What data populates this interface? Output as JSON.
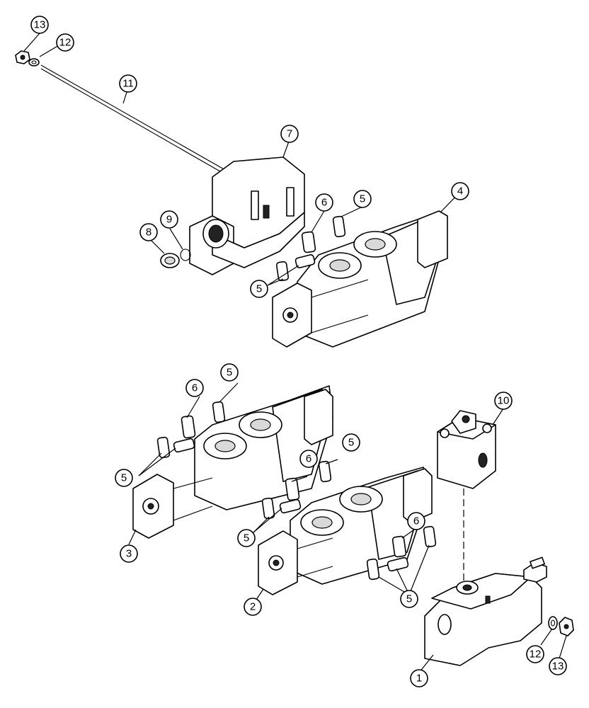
{
  "callouts": [
    {
      "id": "c13a",
      "label": "13"
    },
    {
      "id": "c12a",
      "label": "12"
    },
    {
      "id": "c11",
      "label": "11"
    },
    {
      "id": "c7",
      "label": "7"
    },
    {
      "id": "c4",
      "label": "4"
    },
    {
      "id": "c9",
      "label": "9"
    },
    {
      "id": "c8",
      "label": "8"
    },
    {
      "id": "c6a",
      "label": "6"
    },
    {
      "id": "c5a",
      "label": "5"
    },
    {
      "id": "c5b",
      "label": "5"
    },
    {
      "id": "c6b",
      "label": "6"
    },
    {
      "id": "c5c",
      "label": "5"
    },
    {
      "id": "c5d",
      "label": "5"
    },
    {
      "id": "c10",
      "label": "10"
    },
    {
      "id": "c6c",
      "label": "6"
    },
    {
      "id": "c5e",
      "label": "5"
    },
    {
      "id": "c5f",
      "label": "5"
    },
    {
      "id": "c3",
      "label": "3"
    },
    {
      "id": "c6d",
      "label": "6"
    },
    {
      "id": "c2",
      "label": "2"
    },
    {
      "id": "c5g",
      "label": "5"
    },
    {
      "id": "c12b",
      "label": "12"
    },
    {
      "id": "c13b",
      "label": "13"
    },
    {
      "id": "c1",
      "label": "1"
    }
  ]
}
